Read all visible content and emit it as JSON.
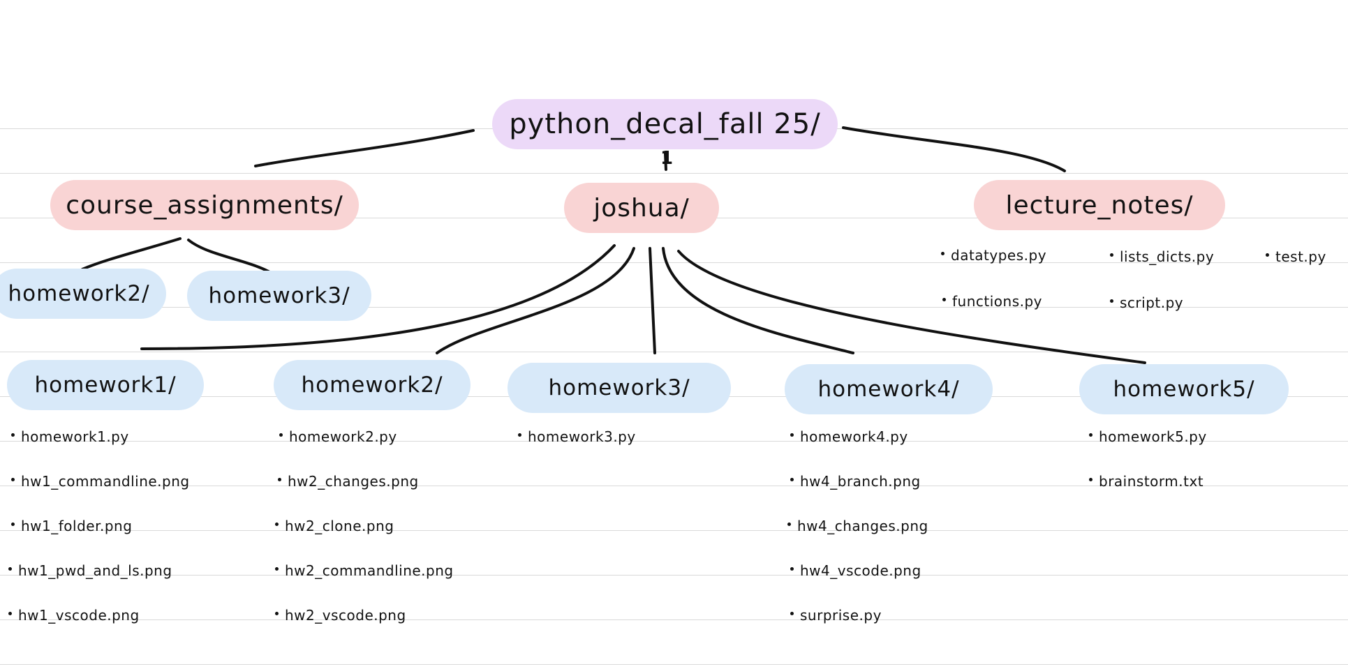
{
  "root": {
    "label": "python_decal_fall 25/"
  },
  "root_marker": "1",
  "course_assignments": {
    "label": "course_assignments/",
    "children": [
      "homework2/",
      "homework3/"
    ]
  },
  "joshua": {
    "label": "joshua/",
    "folders": [
      {
        "label": "homework1/",
        "files": [
          "homework1.py",
          "hw1_commandline.png",
          "hw1_folder.png",
          "hw1_pwd_and_ls.png",
          "hw1_vscode.png"
        ]
      },
      {
        "label": "homework2/",
        "files": [
          "homework2.py",
          "hw2_changes.png",
          "hw2_clone.png",
          "hw2_commandline.png",
          "hw2_vscode.png"
        ]
      },
      {
        "label": "homework3/",
        "files": [
          "homework3.py"
        ]
      },
      {
        "label": "homework4/",
        "files": [
          "homework4.py",
          "hw4_branch.png",
          "hw4_changes.png",
          "hw4_vscode.png",
          "surprise.py"
        ]
      },
      {
        "label": "homework5/",
        "files": [
          "homework5.py",
          "brainstorm.txt"
        ]
      }
    ]
  },
  "lecture_notes": {
    "label": "lecture_notes/",
    "files": [
      "datatypes.py",
      "lists_dicts.py",
      "test.py",
      "functions.py",
      "script.py"
    ]
  },
  "colors": {
    "root_fill": "#ecd9f8",
    "folder_fill": "#f9d4d4",
    "subfolder_fill": "#d8e9f9",
    "line": "#111111",
    "ruled_line": "#d9d9d9"
  }
}
